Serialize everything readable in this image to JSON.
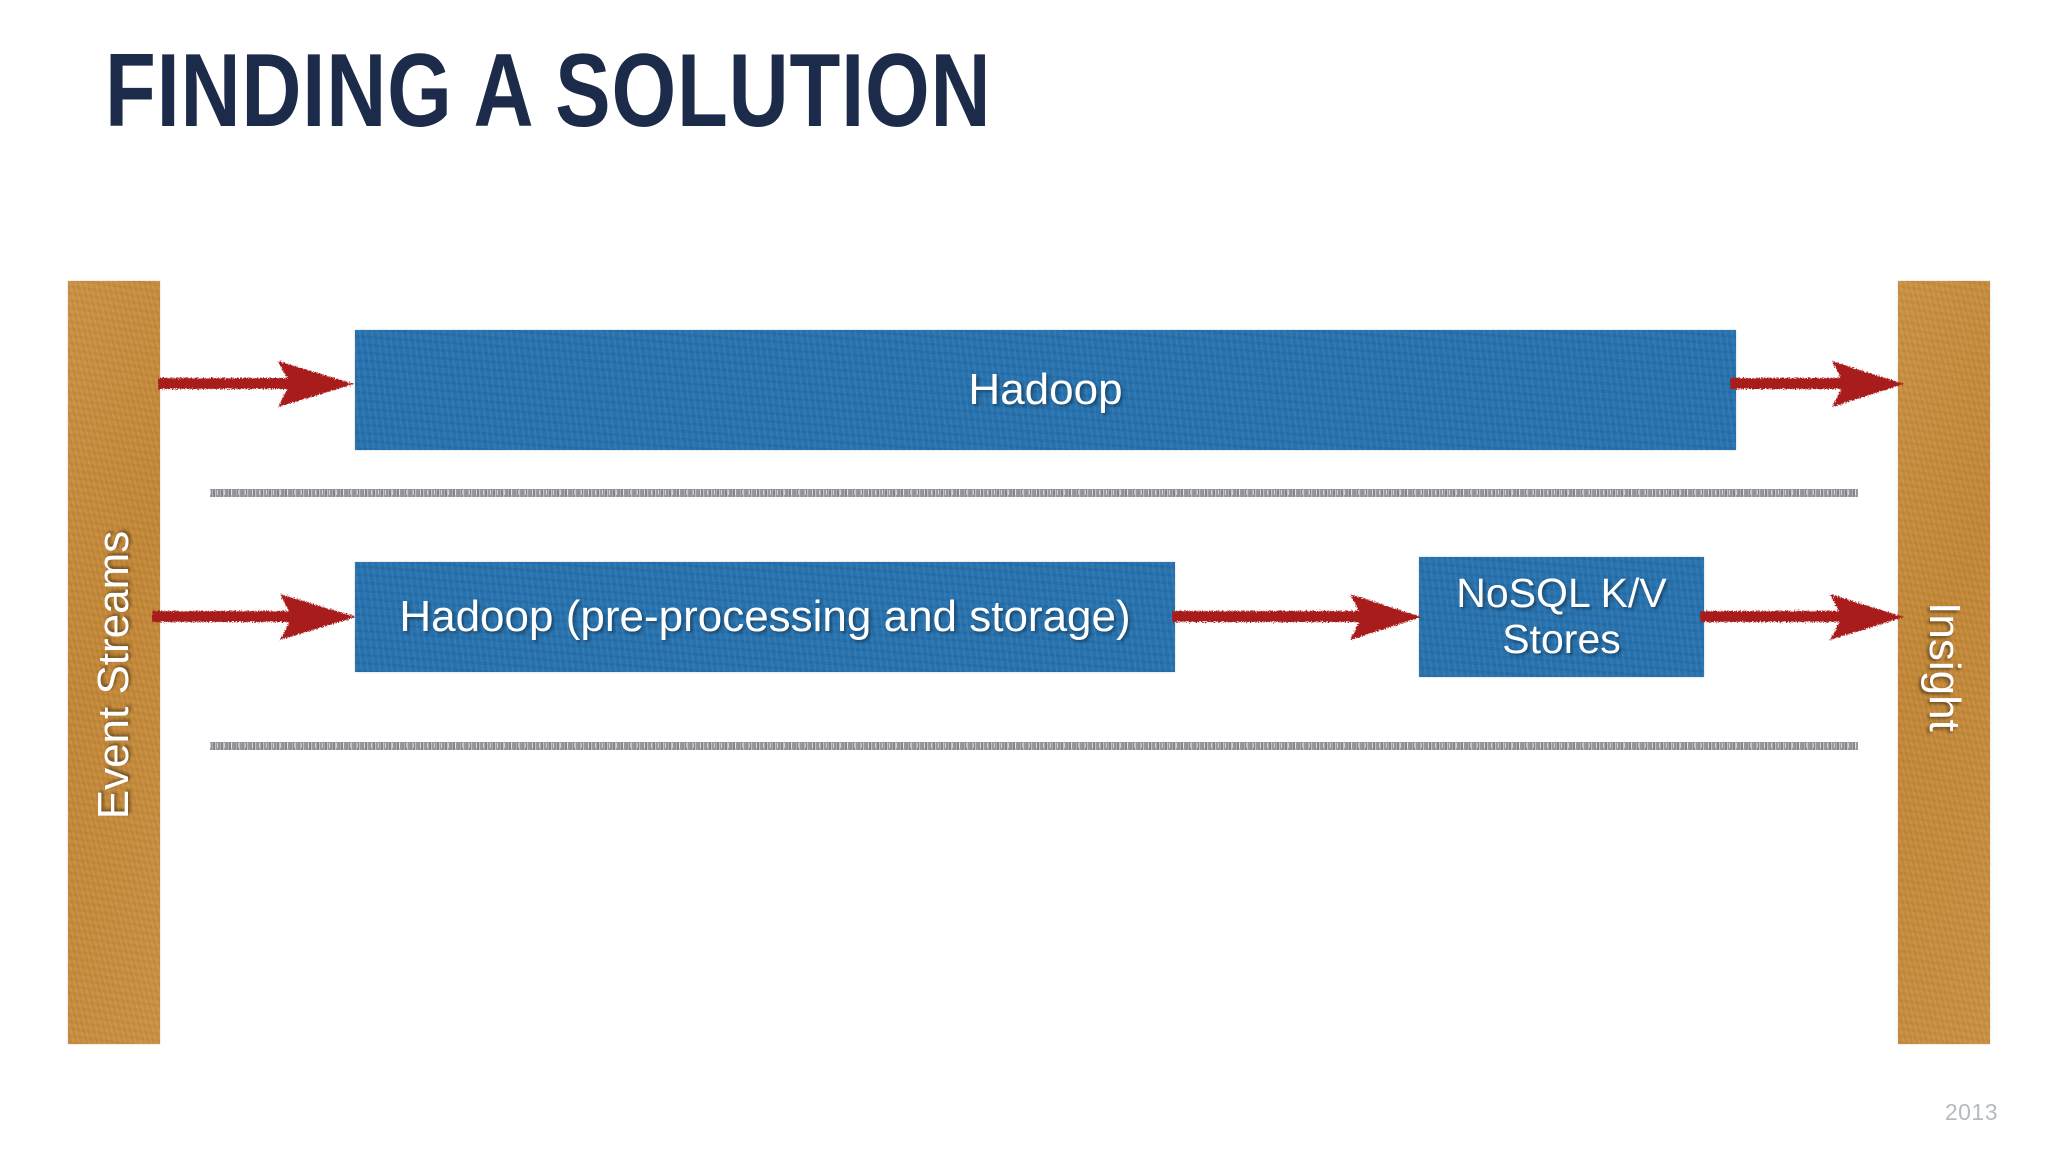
{
  "slide": {
    "title": "FINDING A SOLUTION",
    "footer_year": "2013",
    "background_color": "#ffffff",
    "title_color": "#1c2b4a"
  },
  "colors": {
    "orange_bar": "#c88a36",
    "blue_box": "#2572b0",
    "arrow_red": "#a91b1b",
    "divider_gray": "#8b8d92",
    "footer_gray": "#b6bbc0",
    "box_text": "#ffffff"
  },
  "diagram": {
    "input_bar": {
      "label": "Event Streams",
      "orientation": "vertical-bottom-to-top"
    },
    "output_bar": {
      "label": "Insight",
      "orientation": "vertical-top-to-bottom"
    },
    "rows": [
      {
        "row_index": 1,
        "boxes": [
          {
            "label": "Hadoop"
          }
        ]
      },
      {
        "row_index": 2,
        "boxes": [
          {
            "label": "Hadoop (pre-processing and storage)"
          },
          {
            "label": "NoSQL K/V\nStores"
          }
        ]
      }
    ],
    "arrows": [
      {
        "id": "event-streams-to-hadoop",
        "from": "Event Streams",
        "to": "Hadoop"
      },
      {
        "id": "hadoop-to-insight",
        "from": "Hadoop",
        "to": "Insight"
      },
      {
        "id": "event-streams-to-hadoop-pre",
        "from": "Event Streams",
        "to": "Hadoop (pre-processing and storage)"
      },
      {
        "id": "hadoop-pre-to-nosql",
        "from": "Hadoop (pre-processing and storage)",
        "to": "NoSQL K/V Stores"
      },
      {
        "id": "nosql-to-insight",
        "from": "NoSQL K/V Stores",
        "to": "Insight"
      }
    ],
    "dividers": 2
  }
}
